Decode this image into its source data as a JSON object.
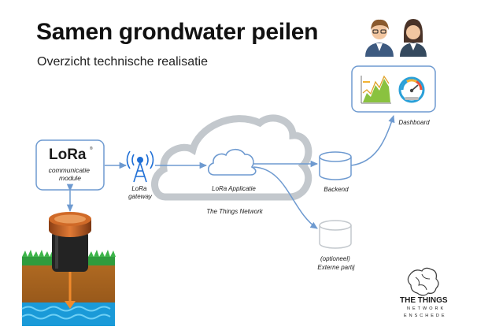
{
  "header": {
    "title": "Samen grondwater peilen",
    "subtitle": "Overzicht technische realisatie"
  },
  "nodes": {
    "lora_logo": "LoRa",
    "lora_module": [
      "communicatie",
      "module"
    ],
    "gateway": [
      "LoRa",
      "gateway"
    ],
    "application": "LoRa Applicatie",
    "network": "The Things Network",
    "backend": "Backend",
    "dashboard": "Dashboard",
    "external": [
      "(optioneel)",
      "Externe partij"
    ]
  },
  "branding": {
    "logo_title": "THE THINGS",
    "logo_network": "NETWORK",
    "logo_city": "ENSCHEDE"
  },
  "colors": {
    "accent_blue": "#6e9ad0",
    "cloud_gray": "#c3c8cd",
    "gateway_blue": "#1f6fd6",
    "gauge_blue": "#2aa0d8",
    "ground_brown": "#a5651e",
    "grass_green": "#2f9c3d",
    "water_blue": "#1a9ad8"
  }
}
